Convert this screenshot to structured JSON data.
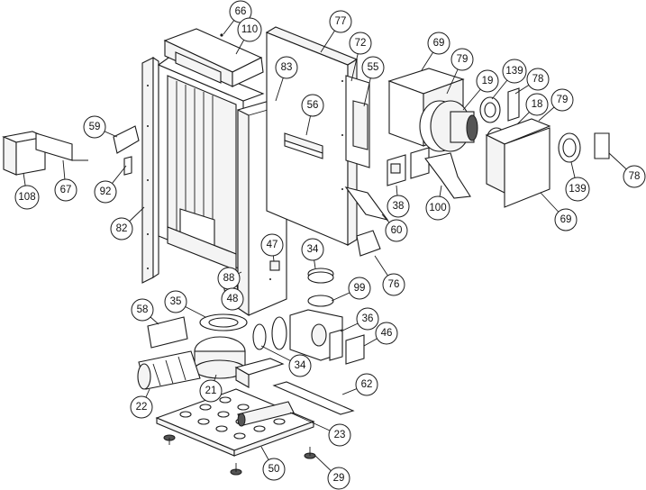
{
  "diagram": {
    "callouts": [
      {
        "id": "c66",
        "label": "66"
      },
      {
        "id": "c110",
        "label": "110"
      },
      {
        "id": "c77",
        "label": "77"
      },
      {
        "id": "c72",
        "label": "72"
      },
      {
        "id": "c69a",
        "label": "69"
      },
      {
        "id": "c83",
        "label": "83"
      },
      {
        "id": "c55",
        "label": "55"
      },
      {
        "id": "c79a",
        "label": "79"
      },
      {
        "id": "c139a",
        "label": "139"
      },
      {
        "id": "c78a",
        "label": "78"
      },
      {
        "id": "c19",
        "label": "19"
      },
      {
        "id": "c79b",
        "label": "79"
      },
      {
        "id": "c18",
        "label": "18"
      },
      {
        "id": "c56",
        "label": "56"
      },
      {
        "id": "c59",
        "label": "59"
      },
      {
        "id": "c92",
        "label": "92"
      },
      {
        "id": "c108",
        "label": "108"
      },
      {
        "id": "c67",
        "label": "67"
      },
      {
        "id": "c82",
        "label": "82"
      },
      {
        "id": "c78b",
        "label": "78"
      },
      {
        "id": "c139b",
        "label": "139"
      },
      {
        "id": "c38",
        "label": "38"
      },
      {
        "id": "c100",
        "label": "100"
      },
      {
        "id": "c69b",
        "label": "69"
      },
      {
        "id": "c60",
        "label": "60"
      },
      {
        "id": "c34a",
        "label": "34"
      },
      {
        "id": "c47",
        "label": "47"
      },
      {
        "id": "c76",
        "label": "76"
      },
      {
        "id": "c88",
        "label": "88"
      },
      {
        "id": "c48",
        "label": "48"
      },
      {
        "id": "c99",
        "label": "99"
      },
      {
        "id": "c35",
        "label": "35"
      },
      {
        "id": "c58",
        "label": "58"
      },
      {
        "id": "c36",
        "label": "36"
      },
      {
        "id": "c46",
        "label": "46"
      },
      {
        "id": "c34b",
        "label": "34"
      },
      {
        "id": "c62",
        "label": "62"
      },
      {
        "id": "c21",
        "label": "21"
      },
      {
        "id": "c22",
        "label": "22"
      },
      {
        "id": "c23",
        "label": "23"
      },
      {
        "id": "c50",
        "label": "50"
      },
      {
        "id": "c29",
        "label": "29"
      }
    ]
  }
}
